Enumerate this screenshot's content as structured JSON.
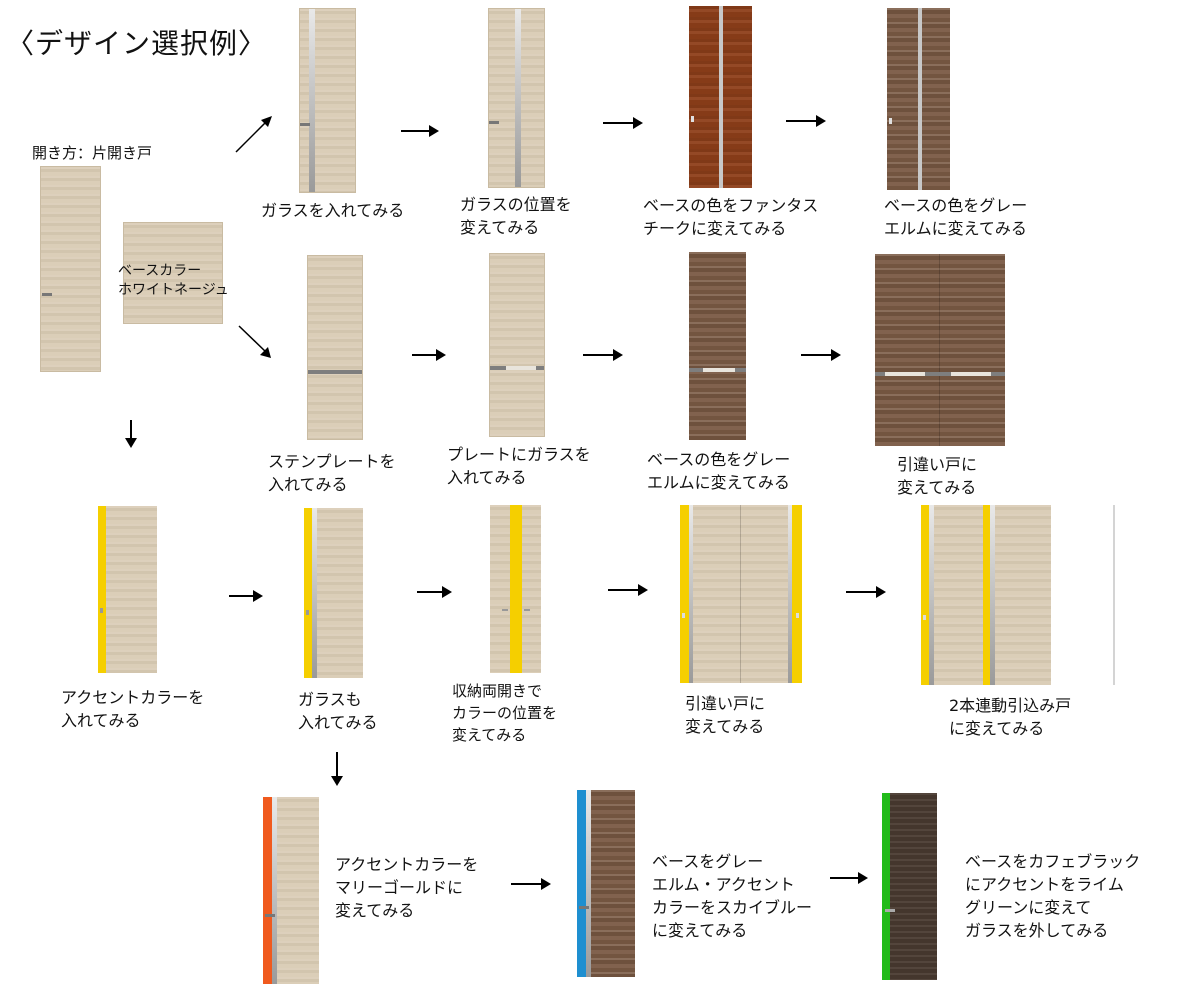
{
  "title": "〈デザイン選択例〉",
  "origin": {
    "opening_label": "開き方：片開き戸",
    "base_color_label": "ベースカラー\nホワイトネージュ"
  },
  "row1": [
    {
      "label": "ガラスを入れてみる"
    },
    {
      "label": "ガラスの位置を\n変えてみる"
    },
    {
      "label": "ベースの色をファンタス\nチークに変えてみる"
    },
    {
      "label": "ベースの色をグレー\nエルムに変えてみる"
    }
  ],
  "row2": [
    {
      "label": "ステンプレートを\n入れてみる"
    },
    {
      "label": "プレートにガラスを\n入れてみる"
    },
    {
      "label": "ベースの色をグレー\nエルムに変えてみる"
    },
    {
      "label": "引違い戸に\n変えてみる"
    }
  ],
  "row3": [
    {
      "label": "アクセントカラーを\n入れてみる"
    },
    {
      "label": "ガラスも\n入れてみる"
    },
    {
      "label": "収納両開きで\nカラーの位置を\n変えてみる"
    },
    {
      "label": "引違い戸に\n変えてみる"
    },
    {
      "label": "2本連動引込み戸\nに変えてみる"
    }
  ],
  "row4": [
    {
      "label": "アクセントカラーを\nマリーゴールドに\n変えてみる"
    },
    {
      "label": "ベースをグレー\nエルム・アクセント\nカラーをスカイブルー\nに変えてみる"
    },
    {
      "label": "ベースをカフェブラック\nにアクセントをライム\nグリーンに変えて\nガラスを外してみる"
    }
  ],
  "colors": {
    "white_neige": "#d9cbb4",
    "fantas_teak": "#8e3f1a",
    "gray_elm": "#7a5a44",
    "cafe_black": "#4a3b31",
    "accent_yellow": "#f5cf00",
    "accent_marigold": "#f05a1e",
    "accent_sky_blue": "#1e8fd0",
    "accent_lime_green": "#22bb1a"
  }
}
